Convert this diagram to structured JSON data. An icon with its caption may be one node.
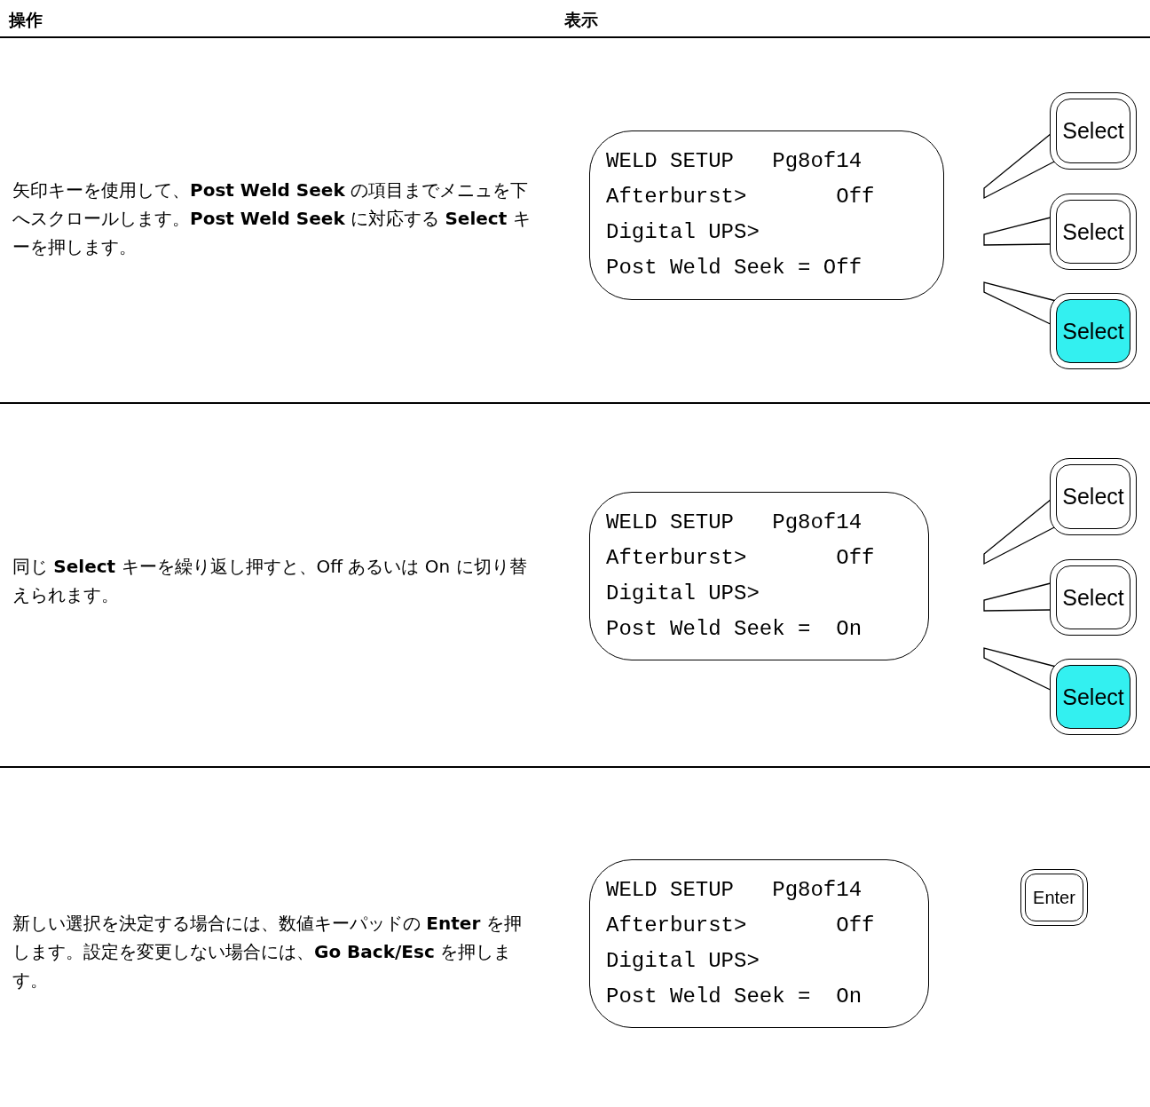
{
  "diagram": {
    "nodes": [
      {
        "text": [
          "WELD SETUP   Pg8of14",
          "Afterburst>       Off",
          "Digital UPS>",
          "Post Weld Seek = Off"
        ]
      },
      {
        "text": [
          "Select"
        ]
      },
      {
        "text": [
          "Select"
        ]
      },
      {
        "text": [
          "Select"
        ]
      },
      {
        "text": [
          "WELD SETUP   Pg8of14",
          "Afterburst>       Off",
          "Digital UPS>",
          "Post Weld Seek =  On"
        ]
      },
      {
        "text": [
          "Select"
        ]
      },
      {
        "text": [
          "Select"
        ]
      },
      {
        "text": [
          "Select"
        ]
      },
      {
        "text": [
          "WELD SETUP   Pg8of14",
          "Afterburst>       Off",
          "Digital UPS>",
          "Post Weld Seek =  On"
        ]
      },
      {
        "text": [
          "Enter"
        ]
      }
    ],
    "edges": [
      {
        "from": 1,
        "to": null,
        "arrow": "none"
      },
      {
        "from": 2,
        "to": null,
        "arrow": "none"
      },
      {
        "from": 3,
        "to": null,
        "arrow": "none"
      },
      {
        "from": 5,
        "to": null,
        "arrow": "none"
      },
      {
        "from": 6,
        "to": null,
        "arrow": "none"
      },
      {
        "from": 7,
        "to": null,
        "arrow": "none"
      }
    ],
    "labels": [
      "操作",
      "表示",
      "矢印キーを使用して、**Post Weld Seek** の項目までメニュを下へスクロールします。**Post Weld Seek** に対応する **Select** キーを押します。",
      "同じ **Select** キーを繰り返し押すと、Off あるいは On に切り替えられます。",
      "新しい選択を決定する場合には、数値キーパッドの **Enter** を押します。設定を変更しない場合には、**Go Back/Esc** を押します。"
    ]
  }
}
